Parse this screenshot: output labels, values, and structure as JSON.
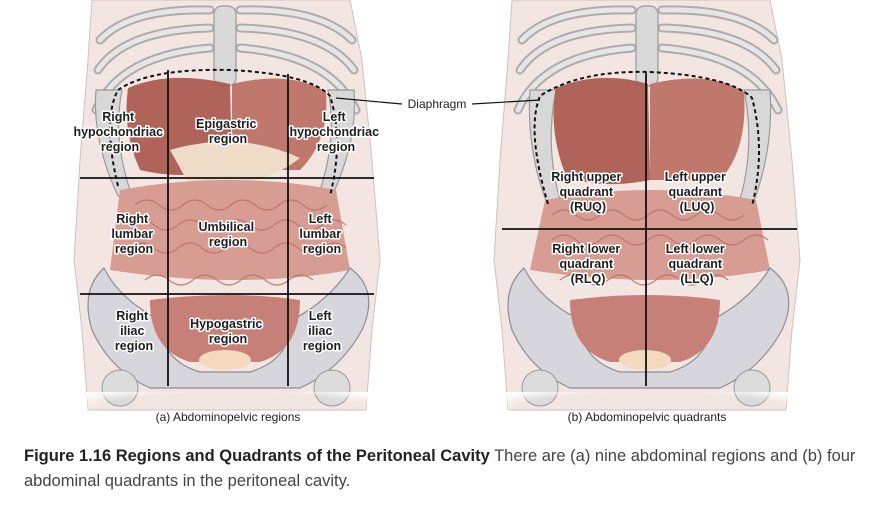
{
  "diagram": {
    "left_panel": {
      "caption": "(a) Abdominopelvic regions",
      "regions": {
        "right_hypochondriac": [
          "Right",
          "hypochondriac",
          "region"
        ],
        "epigastric": [
          "Epigastric",
          "region"
        ],
        "left_hypochondriac": [
          "Left",
          "hypochondriac",
          "region"
        ],
        "right_lumbar": [
          "Right",
          "lumbar",
          "region"
        ],
        "umbilical": [
          "Umbilical",
          "region"
        ],
        "left_lumbar": [
          "Left",
          "lumbar",
          "region"
        ],
        "right_iliac": [
          "Right",
          "iliac",
          "region"
        ],
        "hypogastric": [
          "Hypogastric",
          "region"
        ],
        "left_iliac": [
          "Left",
          "iliac",
          "region"
        ]
      }
    },
    "right_panel": {
      "caption": "(b) Abdominopelvic quadrants",
      "quadrants": {
        "ruq": [
          "Right upper",
          "quadrant",
          "(RUQ)"
        ],
        "luq": [
          "Left upper",
          "quadrant",
          "(LUQ)"
        ],
        "rlq": [
          "Right lower",
          "quadrant",
          "(RLQ)"
        ],
        "llq": [
          "Left lower",
          "quadrant",
          "(LLQ)"
        ]
      }
    },
    "diaphragm_label": "Diaphragm"
  },
  "figure_caption": {
    "title": "Figure 1.16 Regions and Quadrants of the Peritoneal Cavity",
    "text": " There are (a) nine abdominal regions and (b) four abdominal quadrants in the peritoneal cavity."
  },
  "colors": {
    "bone": "#dcdcdc",
    "bone_outline": "#9a9a9a",
    "organ": "#c98a82",
    "intestine": "#d9a096",
    "liver": "#a5483e",
    "pelvis": "#d6d6dc",
    "line": "#111111"
  }
}
